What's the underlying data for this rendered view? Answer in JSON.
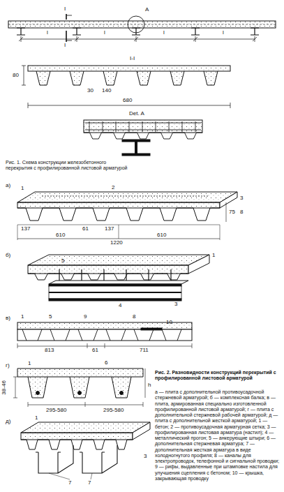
{
  "diagram": {
    "labels": [
      "A",
      "I",
      "I",
      "l",
      "l",
      "l",
      "l",
      "I-I",
      "80",
      "30",
      "140",
      "680",
      "Det. A",
      "Рис. 1. Схема конструкции железобетонного перекрытия с профилированной листовой арматурой",
      "а)",
      "2",
      "1",
      "3",
      "137",
      "610",
      "61",
      "137",
      "610",
      "1220",
      "75",
      "8",
      "б)",
      "1",
      "5",
      "3",
      "4",
      "в)",
      "1",
      "5",
      "9",
      "8",
      "10",
      "813",
      "61",
      "711",
      "г)",
      "6",
      "1",
      "38-46",
      "295-580",
      "295-580",
      "h",
      "д)",
      "1",
      "3",
      "7",
      "7",
      "Рис. 2. Разновидности конструкций перекрытий с профилированной листовой арматурой",
      "а — плита с дополнительной противоусадочной стержневой арматурой; б — комплексная балка; в — плита, армированная специально изготовленной профилированной листовой арматурой; г — плита с дополнительной стержневой рабочей арматурой; д — плита с дополнительной жесткой арматурой; 1 — бетон; 2 — противоусадочная арматурная сетка; 3 — профилированная листовая арматура (настил); 4 — металлический прогон; 5 — анкерующие штыри; 6 — дополнительная стержневая арматура; 7 — дополнительная жесткая арматура в виде холодногнутого профиля; 8 — каналы для электропроводок, телефонной и сигнальной проводки; 9 — рифы, выдавленные при штамповке настила для улучшения сцепления с бетоном; 10 — крышка, закрывающая проводку"
    ]
  }
}
